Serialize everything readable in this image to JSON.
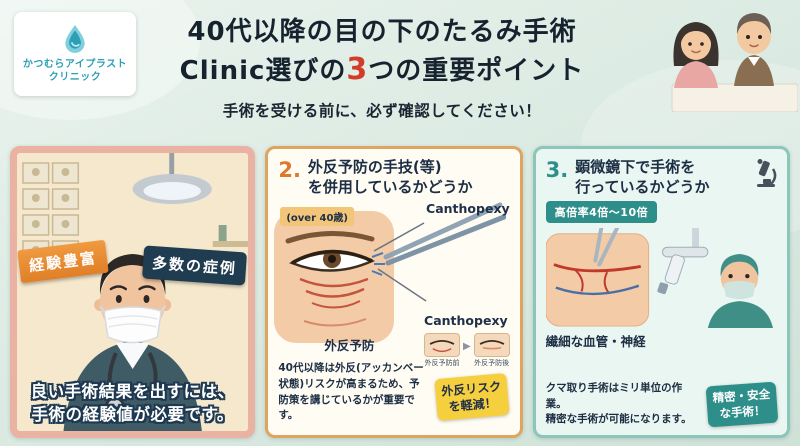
{
  "header": {
    "logo": {
      "name_line1": "かつむらアイプラスト",
      "name_line2": "クリニック"
    },
    "title": {
      "line1": "40代以降の目の下のたるみ手術",
      "line2_pre": "Clinic選びの",
      "line2_highlight": "3",
      "line2_post": "つの重要ポイント"
    },
    "subtitle": "手術を受ける前に、必ず確認してください！"
  },
  "panel1": {
    "ribbon_experience": "経験豊富",
    "ribbon_cases": "多数の症例",
    "caption_line1": "良い手術結果を出すには、",
    "caption_line2": "手術の経験値が必要です。"
  },
  "panel2": {
    "number": "2.",
    "title_line1": "外反予防の手技(等)",
    "title_line2": "を併用しているかどうか",
    "tag_over40": "(over 40歳)",
    "label_canthopexy_top": "Canthopexy",
    "label_prevention": "外反予防",
    "label_canthopexy_bottom": "Canthopexy",
    "label_before": "外反予防前",
    "label_after": "外反予防後",
    "body": "40代以降は外反(アッカンベー状態)リスクが高まるため、予防策を講じているかが重要です。",
    "badge": "外反リスクを軽減！"
  },
  "panel3": {
    "number": "3.",
    "title_line1": "顕微鏡下で手術を",
    "title_line2": "行っているかどうか",
    "label_magnification": "高倍率4倍〜10倍",
    "label_vessels": "繊細な血管・神経",
    "body_line1": "クマ取り手術はミリ単位の作業。",
    "body_line2": "精密な手術が可能になります。",
    "badge": "精密・安全な手術！"
  }
}
